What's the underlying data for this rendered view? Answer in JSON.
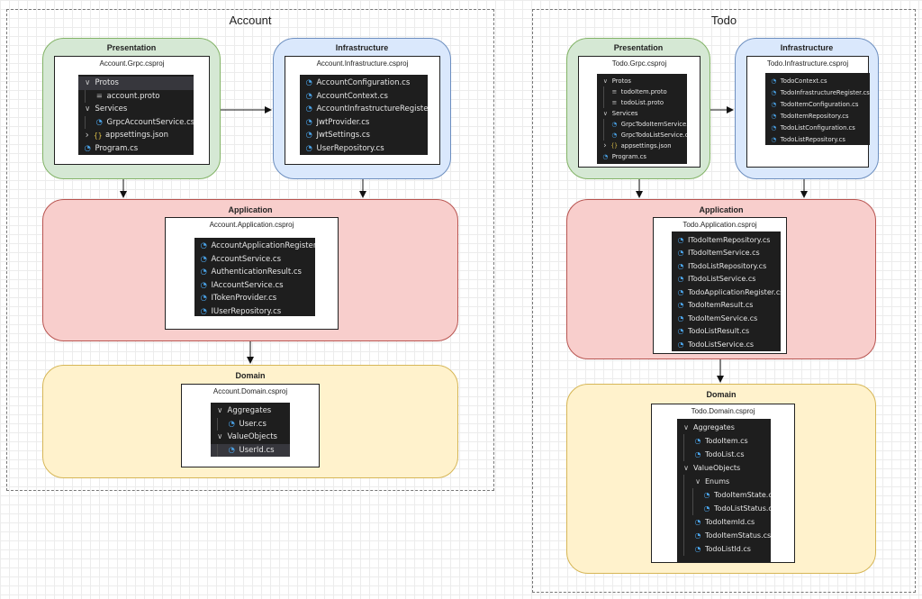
{
  "account": {
    "title": "Account",
    "presentation": {
      "layer_title": "Presentation",
      "project": "Account.Grpc.csproj",
      "items": [
        {
          "name": "Protos",
          "icon": "chevron-down-icon",
          "level": 0,
          "selected": true
        },
        {
          "name": "account.proto",
          "icon": "proto-file-icon",
          "level": 1
        },
        {
          "name": "Services",
          "icon": "chevron-down-icon",
          "level": 0
        },
        {
          "name": "GrpcAccountService.cs",
          "icon": "csharp-file-icon",
          "level": 1
        },
        {
          "name": "appsettings.json",
          "icon": "json-file-icon",
          "level": 0,
          "collapsed": true
        },
        {
          "name": "Program.cs",
          "icon": "csharp-file-icon",
          "level": 0
        }
      ]
    },
    "infrastructure": {
      "layer_title": "Infrastructure",
      "project": "Account.Infrastructure.csproj",
      "items": [
        {
          "name": "AccountConfiguration.cs",
          "icon": "csharp-file-icon",
          "level": 0
        },
        {
          "name": "AccountContext.cs",
          "icon": "csharp-file-icon",
          "level": 0
        },
        {
          "name": "AccountInfrastructureRegister.cs",
          "icon": "csharp-file-icon",
          "level": 0
        },
        {
          "name": "JwtProvider.cs",
          "icon": "csharp-file-icon",
          "level": 0
        },
        {
          "name": "JwtSettings.cs",
          "icon": "csharp-file-icon",
          "level": 0
        },
        {
          "name": "UserRepository.cs",
          "icon": "csharp-file-icon",
          "level": 0
        }
      ]
    },
    "application": {
      "layer_title": "Application",
      "project": "Account.Application.csproj",
      "items": [
        {
          "name": "AccountApplicationRegister.cs",
          "icon": "csharp-file-icon",
          "level": 0
        },
        {
          "name": "AccountService.cs",
          "icon": "csharp-file-icon",
          "level": 0
        },
        {
          "name": "AuthenticationResult.cs",
          "icon": "csharp-file-icon",
          "level": 0
        },
        {
          "name": "IAccountService.cs",
          "icon": "csharp-file-icon",
          "level": 0
        },
        {
          "name": "ITokenProvider.cs",
          "icon": "csharp-file-icon",
          "level": 0
        },
        {
          "name": "IUserRepository.cs",
          "icon": "csharp-file-icon",
          "level": 0
        }
      ]
    },
    "domain": {
      "layer_title": "Domain",
      "project": "Account.Domain.csproj",
      "items": [
        {
          "name": "Aggregates",
          "icon": "chevron-down-icon",
          "level": 0
        },
        {
          "name": "User.cs",
          "icon": "csharp-file-icon",
          "level": 1
        },
        {
          "name": "ValueObjects",
          "icon": "chevron-down-icon",
          "level": 0
        },
        {
          "name": "UserId.cs",
          "icon": "csharp-file-icon",
          "level": 1,
          "selected": true
        }
      ]
    }
  },
  "todo": {
    "title": "Todo",
    "presentation": {
      "layer_title": "Presentation",
      "project": "Todo.Grpc.csproj",
      "items": [
        {
          "name": "Protos",
          "icon": "chevron-down-icon",
          "level": 0
        },
        {
          "name": "todoItem.proto",
          "icon": "proto-file-icon",
          "level": 1
        },
        {
          "name": "todoList.proto",
          "icon": "proto-file-icon",
          "level": 1
        },
        {
          "name": "Services",
          "icon": "chevron-down-icon",
          "level": 0
        },
        {
          "name": "GrpcTodoItemService.cs",
          "icon": "csharp-file-icon",
          "level": 1
        },
        {
          "name": "GrpcTodoListService.cs",
          "icon": "csharp-file-icon",
          "level": 1
        },
        {
          "name": "appsettings.json",
          "icon": "json-file-icon",
          "level": 0,
          "collapsed": true
        },
        {
          "name": "Program.cs",
          "icon": "csharp-file-icon",
          "level": 0
        }
      ]
    },
    "infrastructure": {
      "layer_title": "Infrastructure",
      "project": "Todo.Infrastructure.csproj",
      "items": [
        {
          "name": "TodoContext.cs",
          "icon": "csharp-file-icon",
          "level": 0
        },
        {
          "name": "TodoInfrastructureRegister.cs",
          "icon": "csharp-file-icon",
          "level": 0
        },
        {
          "name": "TodoItemConfiguration.cs",
          "icon": "csharp-file-icon",
          "level": 0
        },
        {
          "name": "TodoItemRepository.cs",
          "icon": "csharp-file-icon",
          "level": 0
        },
        {
          "name": "TodoListConfiguration.cs",
          "icon": "csharp-file-icon",
          "level": 0
        },
        {
          "name": "TodoListRepository.cs",
          "icon": "csharp-file-icon",
          "level": 0
        }
      ]
    },
    "application": {
      "layer_title": "Application",
      "project": "Todo.Application.csproj",
      "items": [
        {
          "name": "ITodoItemRepository.cs",
          "icon": "csharp-file-icon",
          "level": 0
        },
        {
          "name": "ITodoItemService.cs",
          "icon": "csharp-file-icon",
          "level": 0
        },
        {
          "name": "ITodoListRepository.cs",
          "icon": "csharp-file-icon",
          "level": 0
        },
        {
          "name": "ITodoListService.cs",
          "icon": "csharp-file-icon",
          "level": 0
        },
        {
          "name": "TodoApplicationRegister.cs",
          "icon": "csharp-file-icon",
          "level": 0
        },
        {
          "name": "TodoItemResult.cs",
          "icon": "csharp-file-icon",
          "level": 0
        },
        {
          "name": "TodoItemService.cs",
          "icon": "csharp-file-icon",
          "level": 0
        },
        {
          "name": "TodoListResult.cs",
          "icon": "csharp-file-icon",
          "level": 0
        },
        {
          "name": "TodoListService.cs",
          "icon": "csharp-file-icon",
          "level": 0
        }
      ]
    },
    "domain": {
      "layer_title": "Domain",
      "project": "Todo.Domain.csproj",
      "items": [
        {
          "name": "Aggregates",
          "icon": "chevron-down-icon",
          "level": 0
        },
        {
          "name": "TodoItem.cs",
          "icon": "csharp-file-icon",
          "level": 1
        },
        {
          "name": "TodoList.cs",
          "icon": "csharp-file-icon",
          "level": 1
        },
        {
          "name": "ValueObjects",
          "icon": "chevron-down-icon",
          "level": 0
        },
        {
          "name": "Enums",
          "icon": "chevron-down-icon",
          "level": 1
        },
        {
          "name": "TodoItemState.cs",
          "icon": "csharp-file-icon",
          "level": 2
        },
        {
          "name": "TodoListStatus.cs",
          "icon": "csharp-file-icon",
          "level": 2
        },
        {
          "name": "TodoItemId.cs",
          "icon": "csharp-file-icon",
          "level": 1
        },
        {
          "name": "TodoItemStatus.cs",
          "icon": "csharp-file-icon",
          "level": 1
        },
        {
          "name": "TodoListId.cs",
          "icon": "csharp-file-icon",
          "level": 1
        }
      ]
    }
  }
}
